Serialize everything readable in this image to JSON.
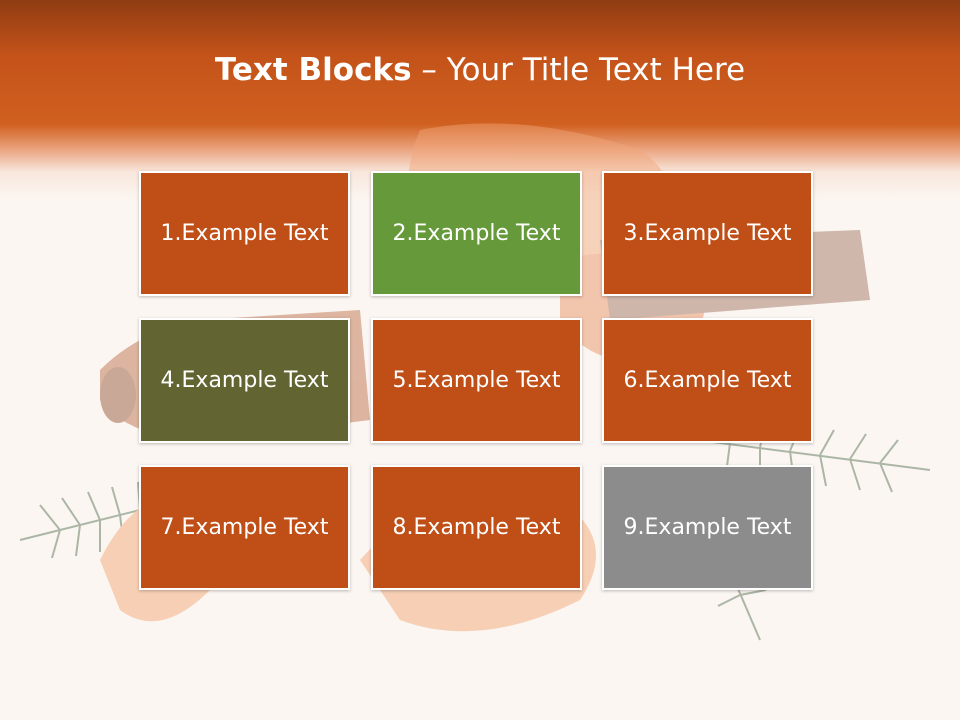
{
  "title": {
    "bold": "Text Blocks",
    "dash": " – ",
    "rest": "Your Title Text Here"
  },
  "blocks": [
    {
      "label": "1.Example Text",
      "color": "#c04f17"
    },
    {
      "label": "2.Example Text",
      "color": "#66993a"
    },
    {
      "label": "3.Example Text",
      "color": "#c04f17"
    },
    {
      "label": "4.Example Text",
      "color": "#626531"
    },
    {
      "label": "5.Example Text",
      "color": "#c04f17"
    },
    {
      "label": "6.Example Text",
      "color": "#c04f17"
    },
    {
      "label": "7.Example Text",
      "color": "#c04f17"
    },
    {
      "label": "8.Example Text",
      "color": "#c04f17"
    },
    {
      "label": "9.Example Text",
      "color": "#8c8c8c"
    }
  ]
}
